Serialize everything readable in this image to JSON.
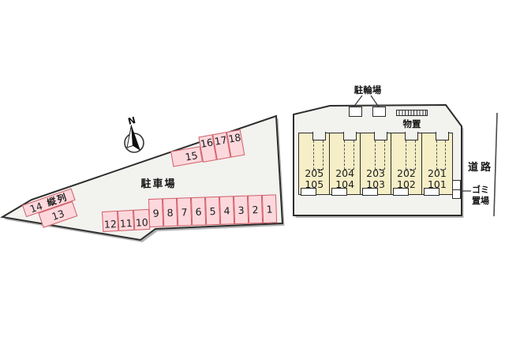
{
  "compass": {
    "north_label": "N"
  },
  "parking_lot": {
    "label": "駐車場",
    "tandem_label": "縦列",
    "spaces_top": [
      "15",
      "16",
      "17",
      "18"
    ],
    "spaces_small": [
      "12",
      "11",
      "10"
    ],
    "spaces_main": [
      "9",
      "8",
      "7",
      "6",
      "5",
      "4",
      "3",
      "2",
      "1"
    ],
    "space_14": "14",
    "space_13": "13"
  },
  "building_lot": {
    "bicycle_parking_label": "駐輪場",
    "storage_label": "物置",
    "road_label": "道路",
    "garbage_line1": "ゴミ",
    "garbage_line2": "置場",
    "units": [
      {
        "upper": "205",
        "lower": "105"
      },
      {
        "upper": "204",
        "lower": "104"
      },
      {
        "upper": "203",
        "lower": "103"
      },
      {
        "upper": "202",
        "lower": "102"
      },
      {
        "upper": "201",
        "lower": "101"
      }
    ]
  },
  "colors": {
    "lot_fill": "#f2f2ef",
    "lot_outline": "#2d2d2d",
    "parking_space_fill": "#fcd8dd",
    "parking_space_border": "#cf5f66",
    "unit_fill": "#f5eec6",
    "shadow": "#b3b3b3"
  }
}
